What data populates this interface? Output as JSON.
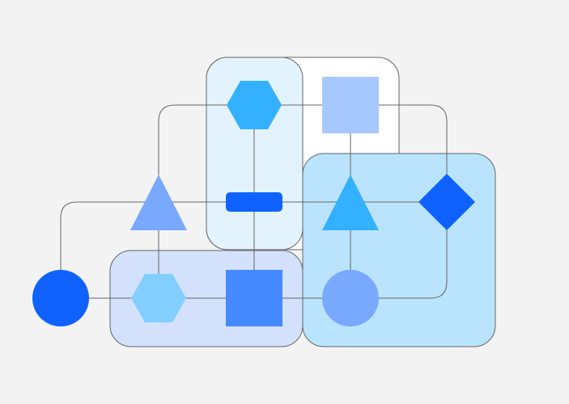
{
  "colors": {
    "background": "#f3f3f3",
    "line": "#666666",
    "group_border": "#666666",
    "group_white": "#ffffff",
    "group_pale_cyan": "#e3f3fd",
    "group_periwinkle": "#d3e1fc",
    "group_sky": "#bae4fd",
    "blue_deep": "#0f62fe",
    "blue_mid": "#4589ff",
    "blue_periwinkle": "#78a9ff",
    "blue_light": "#a6c8ff",
    "cyan_bright": "#33b1ff",
    "cyan_light": "#82cfff"
  },
  "groups": [
    {
      "id": "group-top-right",
      "fill": "group_white"
    },
    {
      "id": "group-vertical-center",
      "fill": "group_pale_cyan"
    },
    {
      "id": "group-bottom-left",
      "fill": "group_periwinkle"
    },
    {
      "id": "group-right",
      "fill": "group_sky"
    }
  ],
  "nodes": [
    {
      "id": "hexagon-top",
      "shape": "hexagon",
      "fill": "cyan_bright"
    },
    {
      "id": "square-top",
      "shape": "square",
      "fill": "blue_light"
    },
    {
      "id": "triangle-left",
      "shape": "triangle",
      "fill": "blue_periwinkle"
    },
    {
      "id": "pill-center",
      "shape": "pill",
      "fill": "blue_deep"
    },
    {
      "id": "triangle-right",
      "shape": "triangle",
      "fill": "cyan_bright"
    },
    {
      "id": "diamond-right",
      "shape": "diamond",
      "fill": "blue_deep"
    },
    {
      "id": "circle-left",
      "shape": "circle",
      "fill": "blue_deep"
    },
    {
      "id": "hexagon-bottom",
      "shape": "hexagon",
      "fill": "cyan_light"
    },
    {
      "id": "square-bottom",
      "shape": "square",
      "fill": "blue_mid"
    },
    {
      "id": "circle-bottom",
      "shape": "circle",
      "fill": "blue_periwinkle"
    }
  ],
  "connectors": [
    {
      "id": "connector-top-row",
      "from": "hexagon-top",
      "to": "diamond-right"
    },
    {
      "id": "connector-top-left-drop",
      "from": "hexagon-top",
      "to": "triangle-left"
    },
    {
      "id": "connector-middle-row",
      "from": "circle-left",
      "to": "diamond-right"
    },
    {
      "id": "connector-bottom-row",
      "from": "circle-left",
      "to": "circle-bottom"
    },
    {
      "id": "connector-bottom-right",
      "from": "circle-bottom",
      "to": "diamond-right"
    },
    {
      "id": "connector-center-vertical",
      "from": "hexagon-top",
      "to": "square-bottom"
    },
    {
      "id": "connector-right-vertical",
      "from": "square-top",
      "to": "circle-bottom"
    },
    {
      "id": "connector-left-vertical",
      "from": "triangle-left",
      "to": "hexagon-bottom"
    }
  ]
}
